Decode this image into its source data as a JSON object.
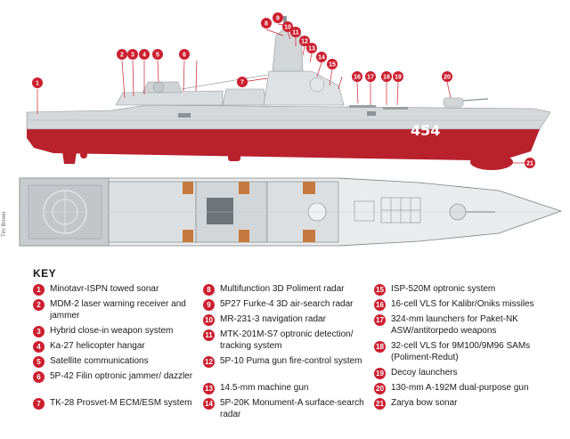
{
  "hull_number": "454",
  "credit": "Tim Brown",
  "key_title": "KEY",
  "colors": {
    "accent": "#cc1f2f",
    "hull_red": "#b9212c",
    "hull_grey": "#d5d8da",
    "deck_grey": "#c9cccf"
  },
  "key": [
    {
      "n": "1",
      "label": "Minotavr-ISPN towed sonar"
    },
    {
      "n": "2",
      "label": "MDM-2 laser warning receiver and jammer"
    },
    {
      "n": "3",
      "label": "Hybrid close-in weapon system"
    },
    {
      "n": "4",
      "label": "Ka-27 helicopter hangar"
    },
    {
      "n": "5",
      "label": "Satellite communications"
    },
    {
      "n": "6",
      "label": "5P-42 Filin optronic jammer/ dazzler"
    },
    {
      "n": "7",
      "label": "TK-28 Prosvet-M ECM/ESM system"
    },
    {
      "n": "8",
      "label": "Multifunction 3D Poliment radar"
    },
    {
      "n": "9",
      "label": "5P27 Furke-4 3D air-search radar"
    },
    {
      "n": "10",
      "label": "MR-231-3 navigation radar"
    },
    {
      "n": "11",
      "label": "MTK-201M-S7 optronic detection/ tracking system"
    },
    {
      "n": "12",
      "label": "5P-10 Puma gun fire-control system"
    },
    {
      "n": "13",
      "label": "14.5-mm machine gun"
    },
    {
      "n": "14",
      "label": "5P-20K Monument-A surface-search radar"
    },
    {
      "n": "15",
      "label": "ISP-520M optronic system"
    },
    {
      "n": "16",
      "label": "16-cell VLS for Kalibr/Oniks missiles"
    },
    {
      "n": "17",
      "label": "324-mm launchers for Paket-NK ASW/antitorpedo weapons"
    },
    {
      "n": "18",
      "label": "32-cell VLS for 9M100/9M96 SAMs (Poliment-Redut)"
    },
    {
      "n": "19",
      "label": "Decoy launchers"
    },
    {
      "n": "20",
      "label": "130-mm A-192M dual-purpose gun"
    },
    {
      "n": "21",
      "label": "Zarya bow sonar"
    }
  ]
}
